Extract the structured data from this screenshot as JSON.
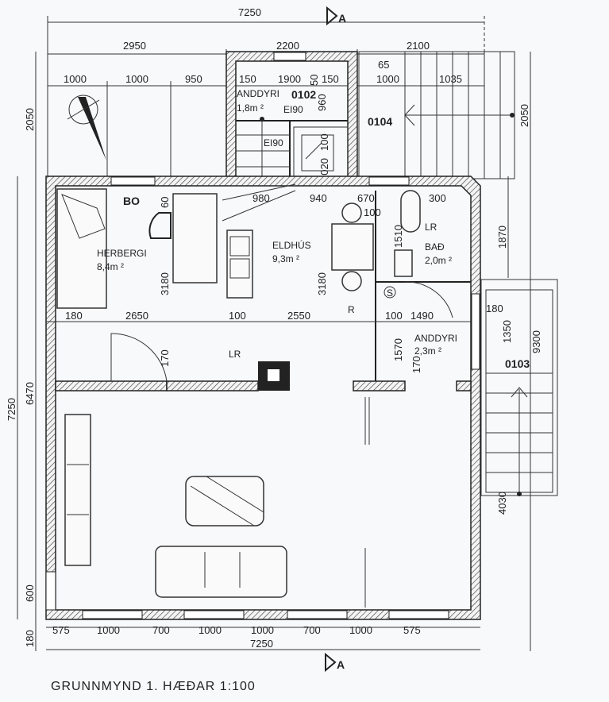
{
  "title": "GRUNNMYND 1. HÆÐAR 1:100",
  "section_marker": "A",
  "rooms": {
    "herbergi": {
      "name": "HERBERGI",
      "area": "8,4m ²"
    },
    "bo": "BO",
    "eldhus": {
      "name": "ELDHÚS",
      "area": "9,3m ²"
    },
    "bad": {
      "name": "BAÐ",
      "area": "2,0m ²"
    },
    "anddyri_lower": {
      "name": "ANDDYRI",
      "area": "2,3m ²"
    },
    "anddyri_upper": {
      "name": "ANDDYRI",
      "area": "1,8m ²"
    },
    "lr_hall": "LR",
    "lr_bath": "LR",
    "room_0102": "0102",
    "room_0104": "0104",
    "room_0103": "0103",
    "fire_1": "EI90",
    "fire_2": "EI90",
    "fridge": "R",
    "s_mark": "S"
  },
  "dims": {
    "top_total": "7250",
    "top_a": "2950",
    "top_b": "2200",
    "top_c": "2100",
    "row2": [
      "1000",
      "1000",
      "950",
      "150",
      "1900",
      "150",
      "1000",
      "1035"
    ],
    "d65": "65",
    "d960": "960",
    "d50": "50",
    "d1020": "1020",
    "d100a": "100",
    "left_2050": "2050",
    "left_7250": "7250",
    "left_6470": "6470",
    "left_600": "600",
    "left_180": "180",
    "right_2050": "2050",
    "right_1870": "1870",
    "right_9300": "9300",
    "right_1350": "1350",
    "right_180": "180",
    "right_4030": "4030",
    "mid_row": [
      "180",
      "2650",
      "100",
      "2550",
      "100",
      "1490"
    ],
    "inner_980": "980",
    "inner_940": "940",
    "inner_670": "670",
    "inner_100": "100",
    "inner_300": "300",
    "inner_1510": "1510",
    "inner_60": "60",
    "v3180a": "3180",
    "v3180b": "3180",
    "v170a": "170",
    "v170b": "170",
    "v1570": "1570",
    "bottom": [
      "575",
      "1000",
      "700",
      "1000",
      "1000",
      "700",
      "1000",
      "575"
    ],
    "bottom_total": "7250"
  }
}
